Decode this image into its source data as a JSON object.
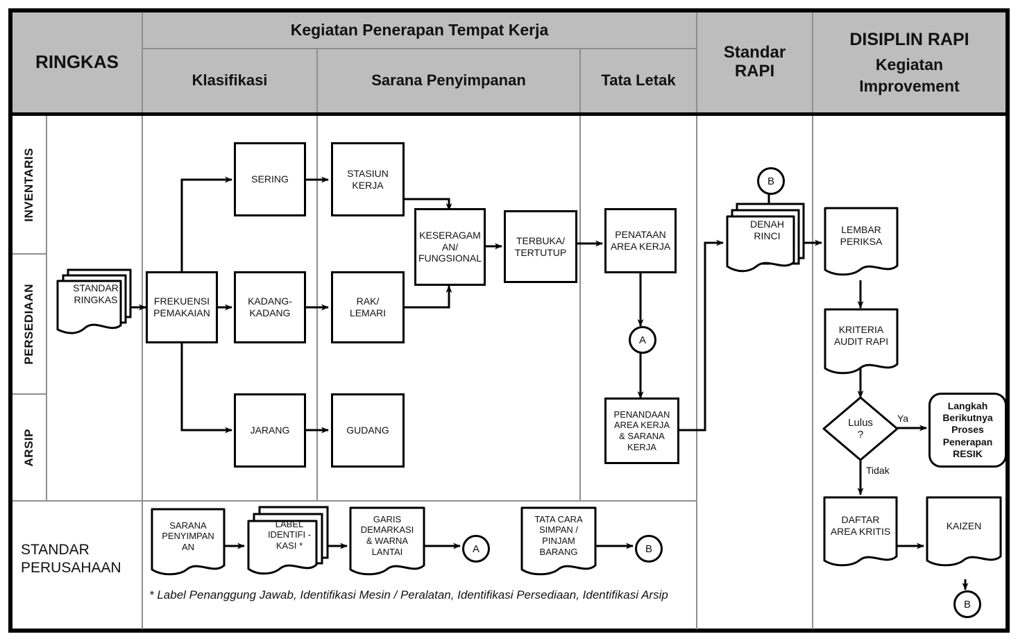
{
  "header": {
    "col_ringkas": "RINGKAS",
    "group_kegiatan": "Kegiatan Penerapan Tempat Kerja",
    "col_klasifikasi": "Klasifikasi",
    "col_sarana": "Sarana Penyimpanan",
    "col_tata_letak": "Tata Letak",
    "col_standar_rapi_1": "Standar",
    "col_standar_rapi_2": "RAPI",
    "col_disiplin_1": "DISIPLIN RAPI",
    "col_disiplin_2": "Kegiatan",
    "col_disiplin_3": "Improvement"
  },
  "row_labels": {
    "inventaris": "INVENTARIS",
    "persediaan": "PERSEDIAAN",
    "arsip": "ARSIP",
    "standar_perusahaan_1": "STANDAR",
    "standar_perusahaan_2": "PERUSAHAAN"
  },
  "nodes": {
    "standar_ringkas": "STANDAR\nRINGKAS",
    "frekuensi_pemakaian": "FREKUENSI\nPEMAKAIAN",
    "sering": "SERING",
    "kadang": "KADANG-\nKADANG",
    "jarang": "JARANG",
    "stasiun_kerja": "STASIUN\nKERJA",
    "rak_lemari": "RAK/\nLEMARI",
    "gudang": "GUDANG",
    "keseragaman": "KESERAGAM\nAN/\nFUNGSIONAL",
    "terbuka_tertutup": "TERBUKA/\nTERTUTUP",
    "penataan_area": "PENATAAN\nAREA KERJA",
    "penandaan_area": "PENANDAAN\nAREA KERJA\n& SARANA\nKERJA",
    "denah_rinci": "DENAH\nRINCI",
    "lembar_periksa": "LEMBAR\nPERIKSA",
    "kriteria_audit": "KRITERIA\nAUDIT RAPI",
    "lulus": "Lulus\n?",
    "langkah_berikutnya": "Langkah\nBerikutnya\nProses\nPenerapan\nRESIK",
    "daftar_area_kritis": "DAFTAR\nAREA KRITIS",
    "kaizen": "KAIZEN",
    "sarana_penyimpanan": "SARANA\nPENYIMPAN\nAN",
    "label_identifikasi": "LABEL\nIDENTIFI -\nKASI *",
    "garis_demarkasi": "GARIS\nDEMARKASI\n& WARNA\nLANTAI",
    "tata_cara_simpan": "TATA CARA\nSIMPAN /\nPINJAM\nBARANG"
  },
  "connectors": {
    "a1": "A",
    "a2": "A",
    "b_top": "B",
    "b_bottom": "B",
    "b_mid": "B"
  },
  "edge_labels": {
    "ya": "Ya",
    "tidak": "Tidak"
  },
  "footnote": "* Label Penanggung Jawab, Identifikasi Mesin / Peralatan, Identifikasi Persediaan, Identifikasi Arsip",
  "colors": {
    "header_bg": "#bdbdbd",
    "grid_line": "#8e8e8e",
    "stroke": "#000000",
    "page_bg": "#ffffff"
  }
}
